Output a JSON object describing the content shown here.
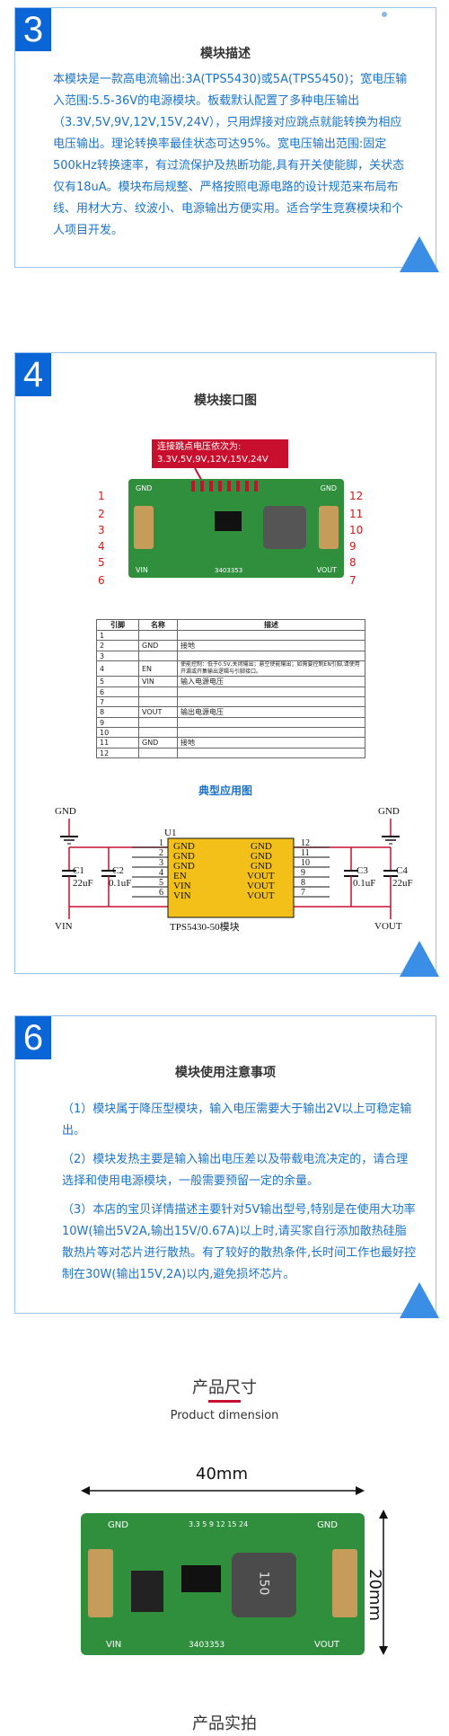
{
  "section3": {
    "num": "3",
    "title": "模块描述",
    "paragraph": "本模块是一款高电流输出:3A(TPS5430)或5A(TPS5450)；宽电压输入范围:5.5-36V的电源模块。板载默认配置了多种电压输出（3.3V,5V,9V,12V,15V,24V），只用焊接对应跳点就能转换为相应电压输出。理论转换率最佳状态可达95%。宽电压输出范围:固定500kHz转换速率，有过流保护及热断功能,具有开关使能脚，关状态仅有18uA。模块布局规整、严格按照电源电路的设计规范来布局布线、用材大方、纹波小、电源输出方便实用。适合学生竞赛模块和个人项目开发。"
  },
  "section4": {
    "num": "4",
    "title": "模块接口图",
    "jumper_note_line1": "连接跳点电压依次为:",
    "jumper_note_line2": "3.3V,5V,9V,12V,15V,24V",
    "left_pins": [
      "1",
      "2",
      "3",
      "4",
      "5",
      "6"
    ],
    "right_pins": [
      "12",
      "11",
      "10",
      "9",
      "8",
      "7"
    ],
    "pcb_labels": {
      "gnd_left": "GND",
      "gnd_right": "GND",
      "vin": "VIN",
      "vout": "VOUT",
      "serial": "3403353"
    },
    "table_header": [
      "引脚",
      "名称",
      "描述"
    ],
    "table_rows": [
      {
        "pin": "1",
        "name": "",
        "desc": ""
      },
      {
        "pin": "2",
        "name": "GND",
        "desc": "接地"
      },
      {
        "pin": "3",
        "name": "",
        "desc": ""
      },
      {
        "pin": "4",
        "name": "EN",
        "desc": "使能控制：低于0.5V,关闭输出；悬空使能输出；如需要控制EN引脚,请使用开漏或开集输出逻辑与引脚接口。"
      },
      {
        "pin": "5",
        "name": "VIN",
        "desc": "输入电源电压"
      },
      {
        "pin": "6",
        "name": "",
        "desc": ""
      },
      {
        "pin": "7",
        "name": "",
        "desc": ""
      },
      {
        "pin": "8",
        "name": "VOUT",
        "desc": "输出电源电压"
      },
      {
        "pin": "9",
        "name": "",
        "desc": ""
      },
      {
        "pin": "10",
        "name": "",
        "desc": ""
      },
      {
        "pin": "11",
        "name": "GND",
        "desc": "接地"
      },
      {
        "pin": "12",
        "name": "",
        "desc": ""
      }
    ],
    "typical_title": "典型应用图",
    "schematic": {
      "u1": "U1",
      "gnd_left": "GND",
      "gnd_right": "GND",
      "c1": "C1",
      "c1v": "22uF",
      "c2": "C2",
      "c2v": "0.1uF",
      "c3": "C3",
      "c3v": "0.1uF",
      "c4": "C4",
      "c4v": "22uF",
      "vin": "VIN",
      "vout": "VOUT",
      "chip_name": "TPS5430-50模块",
      "left_pins": [
        "GND",
        "GND",
        "GND",
        "EN",
        "VIN",
        "VIN"
      ],
      "right_pins": [
        "GND",
        "GND",
        "GND",
        "VOUT",
        "VOUT",
        "VOUT"
      ],
      "left_nums": [
        "1",
        "2",
        "3",
        "4",
        "5",
        "6"
      ],
      "right_nums": [
        "12",
        "11",
        "10",
        "9",
        "8",
        "7"
      ]
    }
  },
  "section6": {
    "num": "6",
    "title": "模块使用注意事项",
    "p1": "（1）模块属于降压型模块，输入电压需要大于输出2V以上可稳定输出。",
    "p2": "（2）模块发热主要是输入输出电压差以及带载电流决定的，请合理选择和使用电源模块，一般需要预留一定的余量。",
    "p3": "（3）本店的宝贝详情描述主要针对5V输出型号,特别是在使用大功率10W(输出5V2A,输出15V/0.67A)以上时,请买家自行添加散热硅脂散热片等对芯片进行散热。有了较好的散热条件,长时间工作也最好控制在30W(输出15V,2A)以内,避免损坏芯片。"
  },
  "dimension": {
    "title_cn": "产品尺寸",
    "title_en": "Product dimension",
    "width_label": "40mm",
    "height_label": "20mm",
    "pcb_labels": {
      "gnd_left": "GND",
      "gnd_right": "GND",
      "vin": "VIN",
      "vout": "VOUT",
      "serial": "3403353",
      "inductor": "150",
      "jumpers": "3.3 5 9 12 15 24"
    }
  },
  "footer": {
    "title_cn": "产品实拍"
  },
  "colors": {
    "accent": "#0a66d6",
    "text_blue": "#1a73c8",
    "pcb_green": "#2f8f3d",
    "red": "#c8102e"
  }
}
